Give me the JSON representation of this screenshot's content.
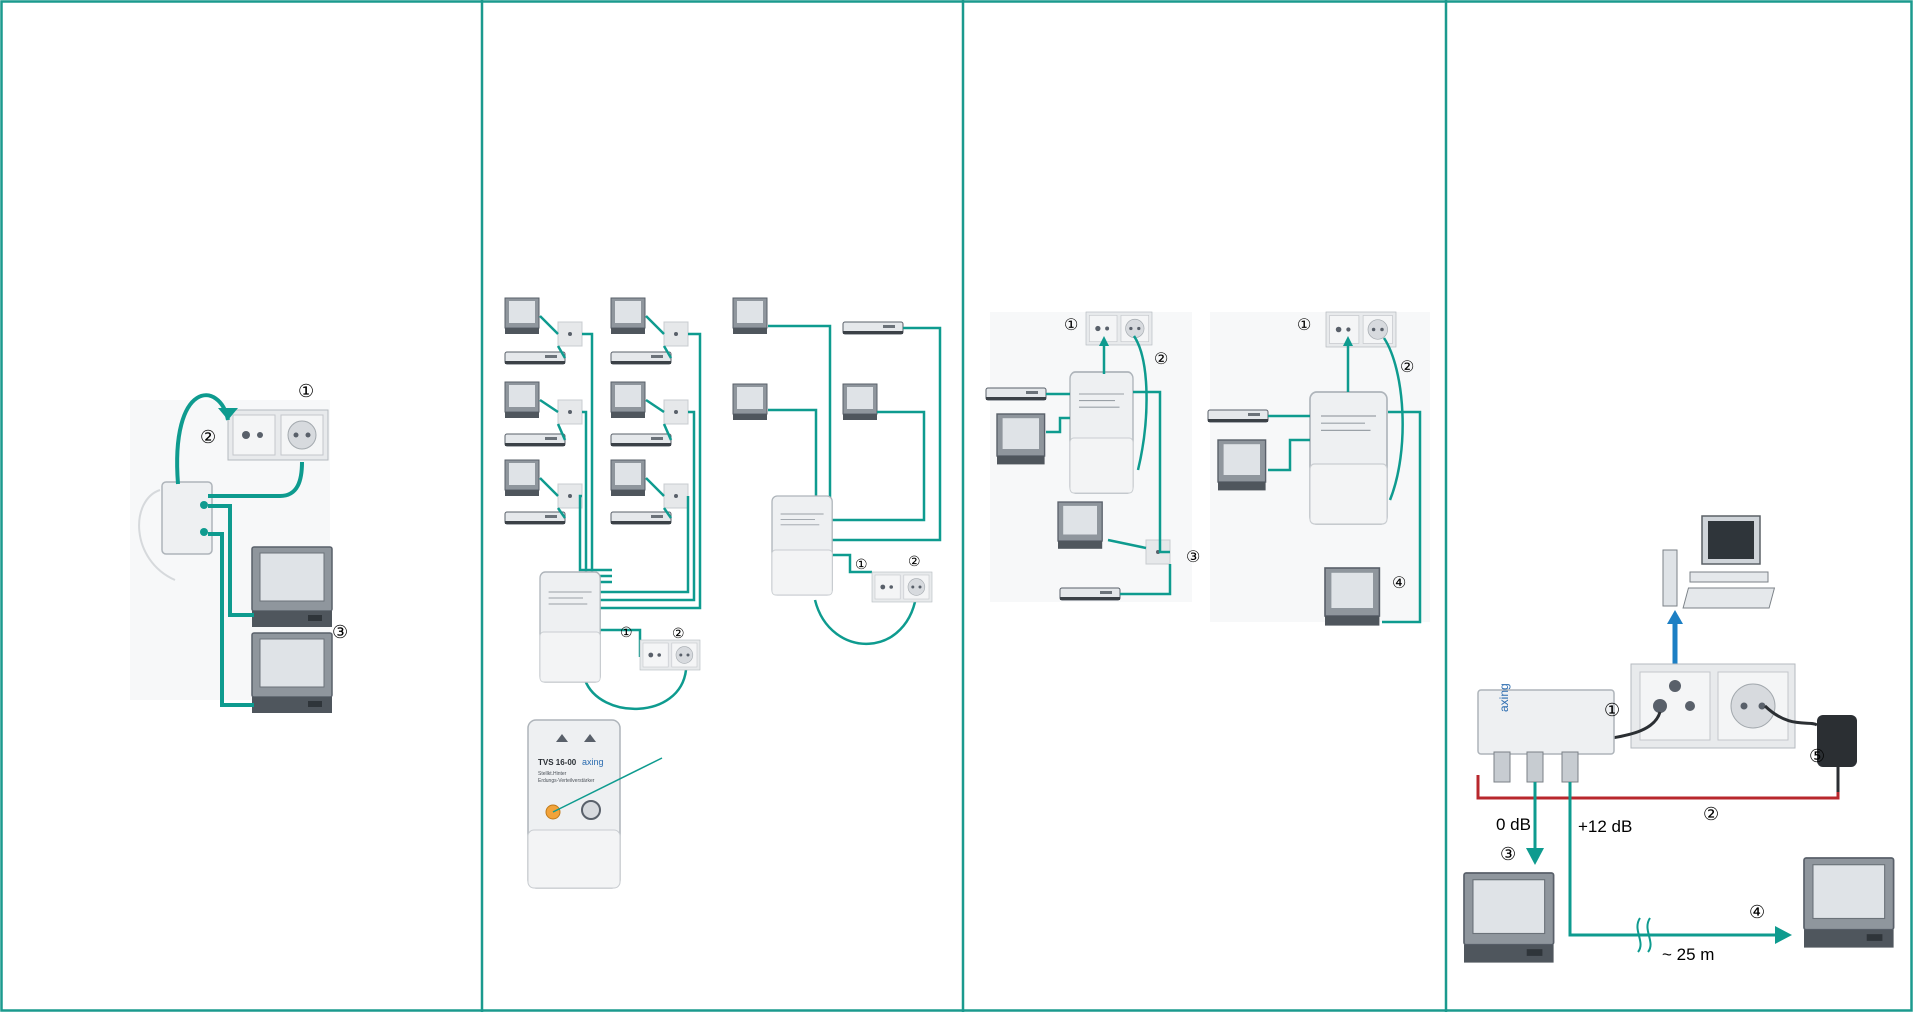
{
  "colors": {
    "teal": "#0e9b8f",
    "frame": "#1b9a8e",
    "red": "#b8272d",
    "blue": "#1c7fc4",
    "device_body": "#eef0f2",
    "device_edge": "#aeb4ba",
    "label_blue": "#2b6cb0"
  },
  "panel1": {
    "wall_label": "①",
    "cable_label": "②",
    "tv_label": "③"
  },
  "panel2": {
    "left_system": {
      "socket_label": "①",
      "loop_label": "②"
    },
    "right_system": {
      "socket_label": "①",
      "loop_label": "②"
    },
    "detail_device": {
      "model": "TVS 16-00",
      "brand": "axing",
      "subtitle_line1": "Stellkt.Hinter",
      "subtitle_line2": "Erdungs-Verteilverstärker"
    }
  },
  "panel3": {
    "left": {
      "socket_label": "①",
      "loop_label": "②",
      "splitter_label": "③"
    },
    "right": {
      "socket_label": "①",
      "loop_label": "②",
      "tv_label": "④"
    }
  },
  "panel4": {
    "socket_label": "①",
    "cable_label": "②",
    "tv_near_label": "③",
    "tv_far_label": "④",
    "adapter_label": "⑤",
    "gain_low": "0 dB",
    "gain_high": "+12 dB",
    "distance": "~ 25 m",
    "device_brand": "axing"
  }
}
